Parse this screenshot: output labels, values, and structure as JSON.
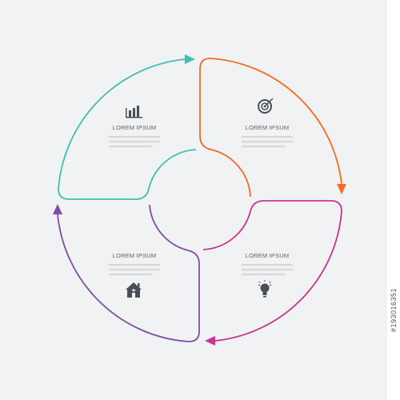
{
  "segments": [
    {
      "id": "top-left",
      "title": "LOREM IPSUM",
      "icon": "bar-chart-icon",
      "color": "#3fbfae"
    },
    {
      "id": "top-right",
      "title": "LOREM IPSUM",
      "icon": "target-icon",
      "color": "#f36c21"
    },
    {
      "id": "bottom-right",
      "title": "LOREM IPSUM",
      "icon": "lightbulb-icon",
      "color": "#c9358f"
    },
    {
      "id": "bottom-left",
      "title": "LOREM IPSUM",
      "icon": "home-icon",
      "color": "#7e4fa3"
    }
  ],
  "stock": {
    "id": "#193016351"
  },
  "colors": {
    "background": "#f1f2f4",
    "icon": "#4a4f57",
    "text": "#5a5f66",
    "placeholder": "#d5d7db"
  }
}
